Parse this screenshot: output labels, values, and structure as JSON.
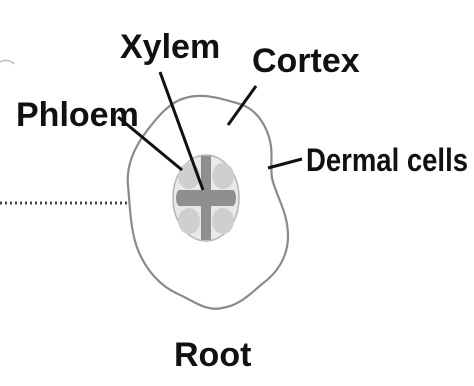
{
  "diagram": {
    "labels": {
      "xylem": "Xylem",
      "cortex": "Cortex",
      "phloem": "Phloem",
      "dermal_cells": "Dermal cells",
      "root": "Root"
    },
    "colors": {
      "outline": "#8a8a8a",
      "stele_fill": "#e9e9e9",
      "phloem_fill": "#cfcfcf",
      "xylem_fill": "#8f8f8f",
      "leader_line": "#111111",
      "dotted_line": "#444444",
      "text": "#111111"
    }
  }
}
